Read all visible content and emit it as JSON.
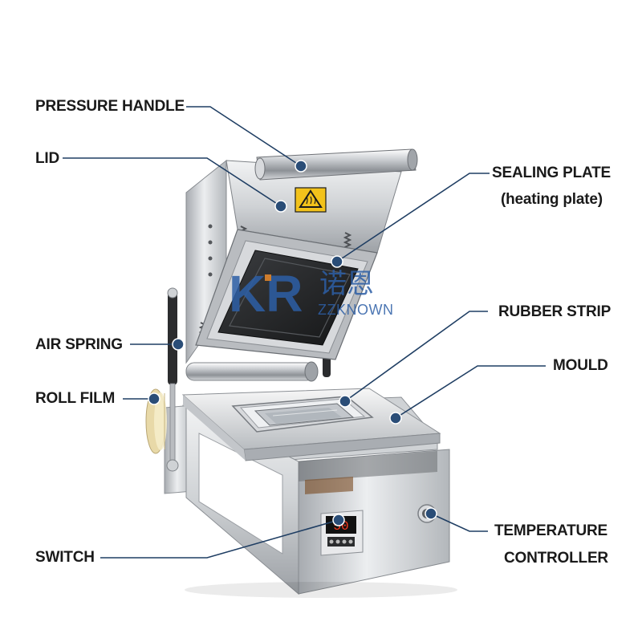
{
  "labels": {
    "pressure_handle": "PRESSURE HANDLE",
    "lid": "LID",
    "sealing_plate": "SEALING PLATE",
    "sealing_plate_sub": "(heating plate)",
    "air_spring": "AIR SPRING",
    "roll_film": "ROLL FILM",
    "rubber_strip": "RUBBER STRIP",
    "mould": "MOULD",
    "switch": "SWITCH",
    "temperature_controller_1": "TEMPERATURE",
    "temperature_controller_2": "CONTROLLER"
  },
  "watermark": {
    "letters": "KR",
    "cjk": "诺恩",
    "brand": "ZZKNOWN"
  },
  "warning_sign": "hot-surface-warning-icon",
  "display_digits": "50",
  "colors": {
    "leader_line": "#1f3e63",
    "dot": "#2a4d77",
    "steel_light": "#e4e6e8",
    "steel_mid": "#b9bcc0",
    "steel_dark": "#6e7176",
    "warning_yellow": "#f2c21b",
    "watermark_blue": "#2d5fa6",
    "watermark_orange": "#e98a2c"
  }
}
